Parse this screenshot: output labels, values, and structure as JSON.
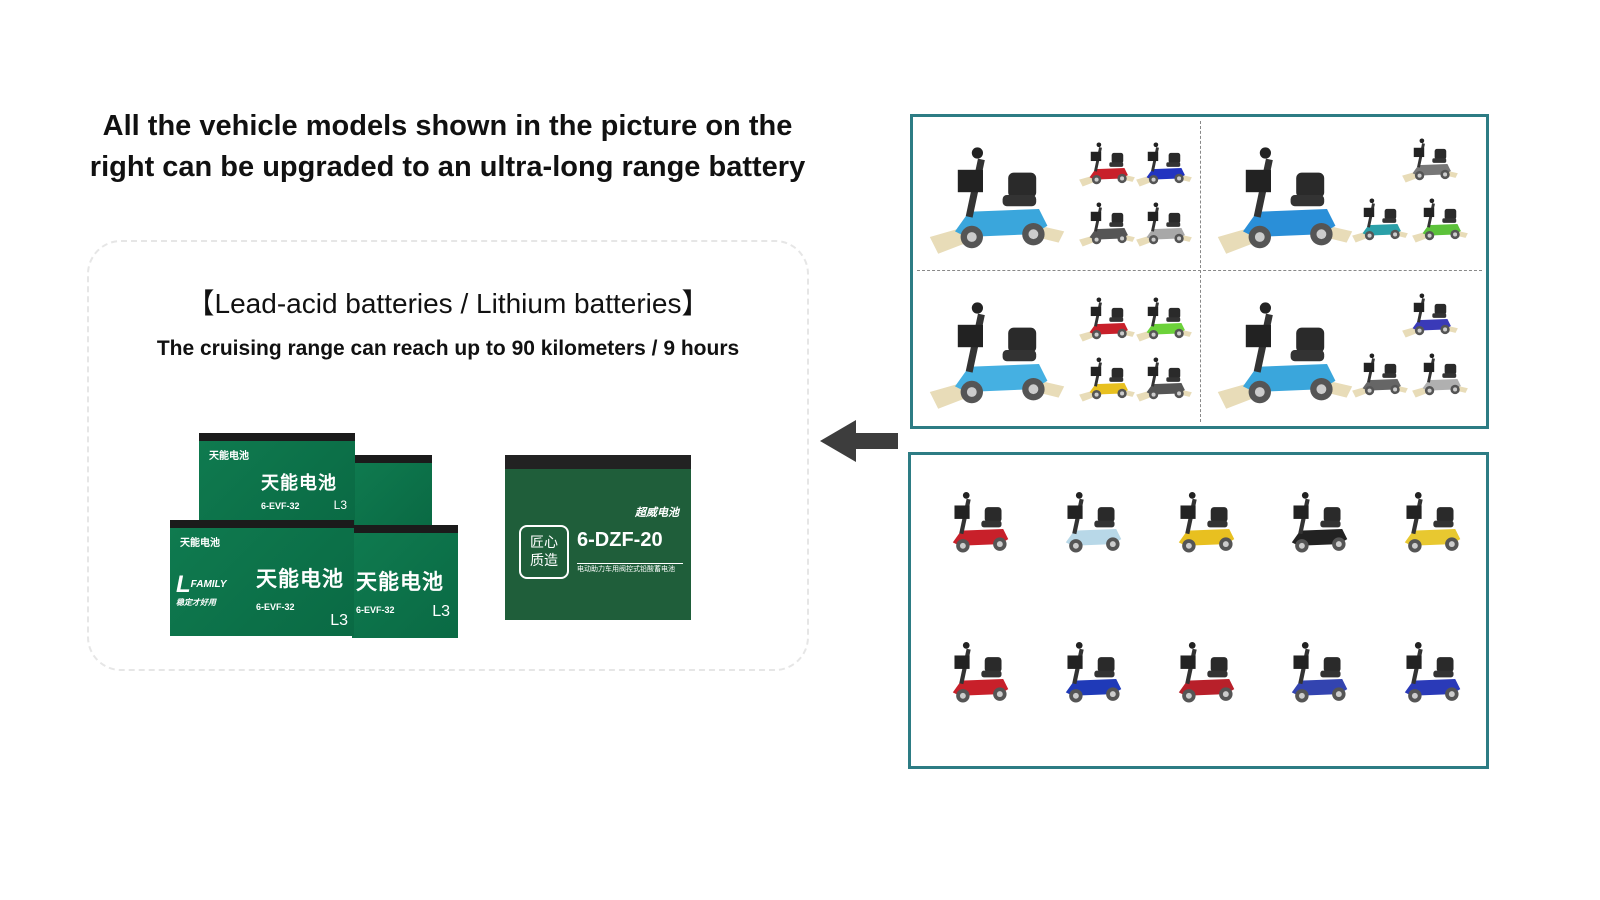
{
  "heading": {
    "line1": "All the vehicle models shown in the picture on the",
    "line2": "right can be upgraded to an ultra-long range battery"
  },
  "battery_card": {
    "types": "【Lead-acid batteries / Lithium batteries】",
    "range": "The cruising range can reach up to 90 kilometers / 9 hours"
  },
  "batteries": {
    "tianneng": {
      "logo": "天能电池",
      "brand": "天能电池",
      "family": "FAMILY",
      "slogan": "稳定才好用",
      "model": "6-EVF-32",
      "grade": "L3"
    },
    "chaowei": {
      "logo": "超威电池",
      "seal": "匠心质造",
      "model": "6-DZF-20",
      "desc": "电动助力车用阀控式铅酸蓄电池"
    }
  },
  "arrow_icon": "arrow-left-icon",
  "cleaning_scooters": [
    {
      "main": "#3aa6dc",
      "minis": [
        "#c8202a",
        "#2233c0",
        "#555555",
        "#a8a8a8"
      ]
    },
    {
      "main": "#2a8fd8",
      "minis": [
        "#777777",
        "#2aa0a8",
        "#5cc23a"
      ]
    },
    {
      "main": "#45b0e2",
      "minis": [
        "#c8202a",
        "#6cd23a",
        "#e8c020",
        "#555555"
      ]
    },
    {
      "main": "#3aa6dc",
      "minis": [
        "#3a3ab8",
        "#666666",
        "#b0b0b0"
      ]
    }
  ],
  "mobility_scooters": [
    "#c8202a",
    "#b8d8e8",
    "#e8c020",
    "#222222",
    "#e8c830",
    "#c8202a",
    "#1f3ab8",
    "#b8202a",
    "#3344b0",
    "#2a3ab8"
  ]
}
